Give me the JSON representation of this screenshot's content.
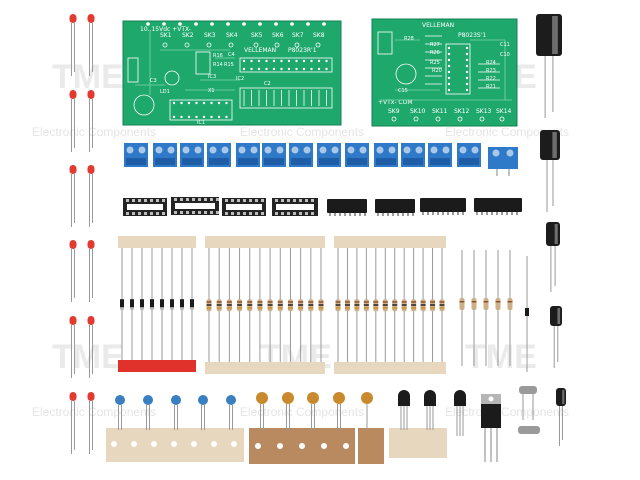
{
  "pcb_left": {
    "brand": "VELLEMAN",
    "part": "P8023R'1",
    "header": "10..15Vdc  +VTX-",
    "channels": [
      "SK1",
      "SK2",
      "SK3",
      "SK4",
      "SK5",
      "SK6",
      "SK7",
      "SK8"
    ],
    "refs": [
      "R16",
      "R14",
      "R15",
      "IC3",
      "LD1",
      "X1",
      "C2",
      "C3",
      "C4",
      "IC2",
      "IC1"
    ]
  },
  "pcb_right": {
    "brand": "VELLEMAN",
    "part": "P8023S'1",
    "header": "+VTx-  COM",
    "channels": [
      "SK9",
      "SK10",
      "SK11",
      "SK12",
      "SK13",
      "SK14"
    ],
    "refs": [
      "R28",
      "R27",
      "R26",
      "R25",
      "R24",
      "R23",
      "R22",
      "R21",
      "R20",
      "C11",
      "C10",
      "C15"
    ]
  },
  "watermark": {
    "logo": "TME",
    "caption": "Electronic Components"
  },
  "colors": {
    "pcb": "#1fa86c",
    "terminal": "#2f79c9",
    "led": "#e23a2f",
    "resistor": "#cdb08a",
    "paper": "#e8d7bf",
    "ic": "#1b1b1b",
    "capacitor": "#1c1c1c"
  }
}
